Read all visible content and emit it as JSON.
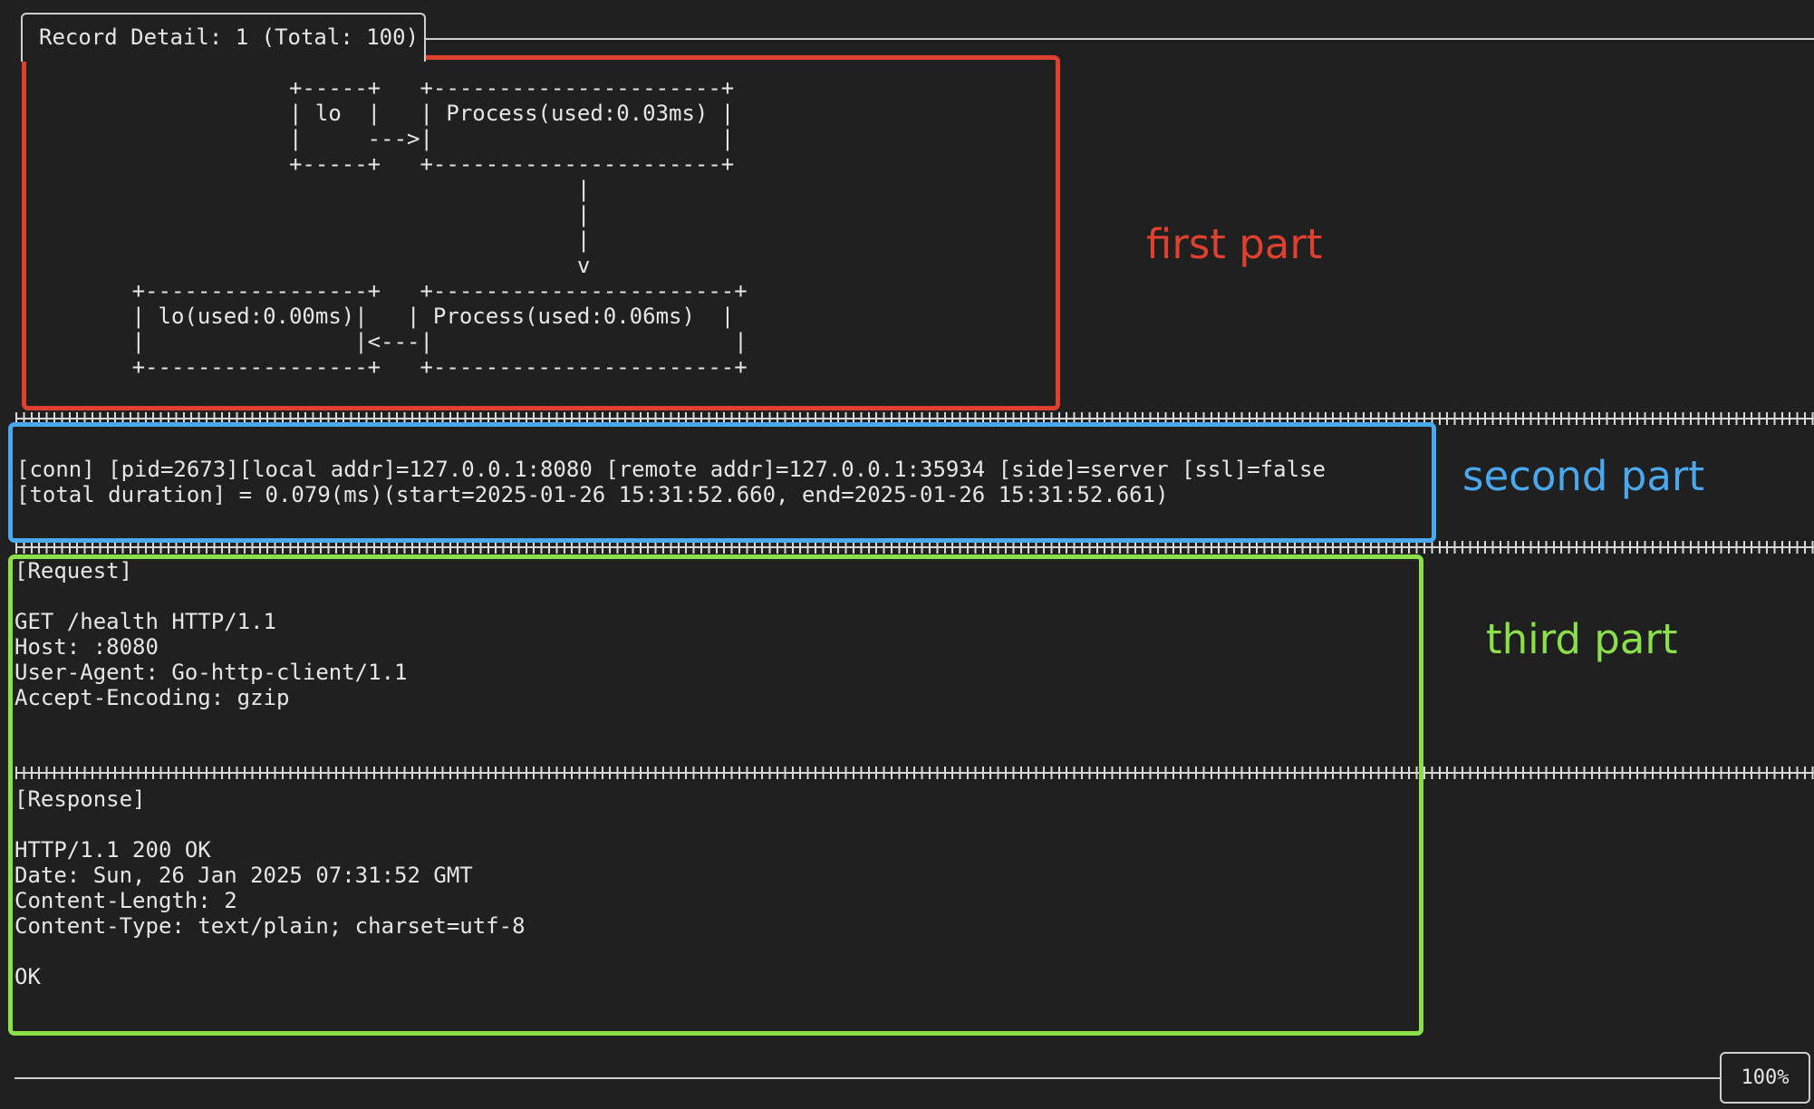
{
  "title_bar": {
    "label": "Record Detail: 1 (Total: 100)"
  },
  "diagram": {
    "ascii": "                    +-----+   +----------------------+\n                    | lo  |   | Process(used:0.03ms) |\n                    |     --->|                      |\n                    +-----+   +----------------------+\n                                          |\n                                          |\n                                          |\n                                          v\n        +-----------------+   +-----------------------+\n        | lo(used:0.00ms)|   | Process(used:0.06ms)  |\n        |                |<---|                       |\n        +-----------------+   +-----------------------+"
  },
  "conn_info": {
    "line1": "[conn] [pid=2673][local addr]=127.0.0.1:8080 [remote addr]=127.0.0.1:35934 [side]=server [ssl]=false",
    "line2": "[total duration] = 0.079(ms)(start=2025-01-26 15:31:52.660, end=2025-01-26 15:31:52.661)"
  },
  "request": {
    "text": "[Request]\n\nGET /health HTTP/1.1\nHost: :8080\nUser-Agent: Go-http-client/1.1\nAccept-Encoding: gzip"
  },
  "response": {
    "text": "[Response]\n\nHTTP/1.1 200 OK\nDate: Sun, 26 Jan 2025 07:31:52 GMT\nContent-Length: 2\nContent-Type: text/plain; charset=utf-8\n\nOK"
  },
  "annotations": {
    "first": "first part",
    "second": "second part",
    "third": "third part"
  },
  "colors": {
    "background": "#202020",
    "first": "#e0402f",
    "second": "#4aa8ef",
    "third": "#8be04a"
  },
  "status": {
    "zoom": "100%"
  }
}
